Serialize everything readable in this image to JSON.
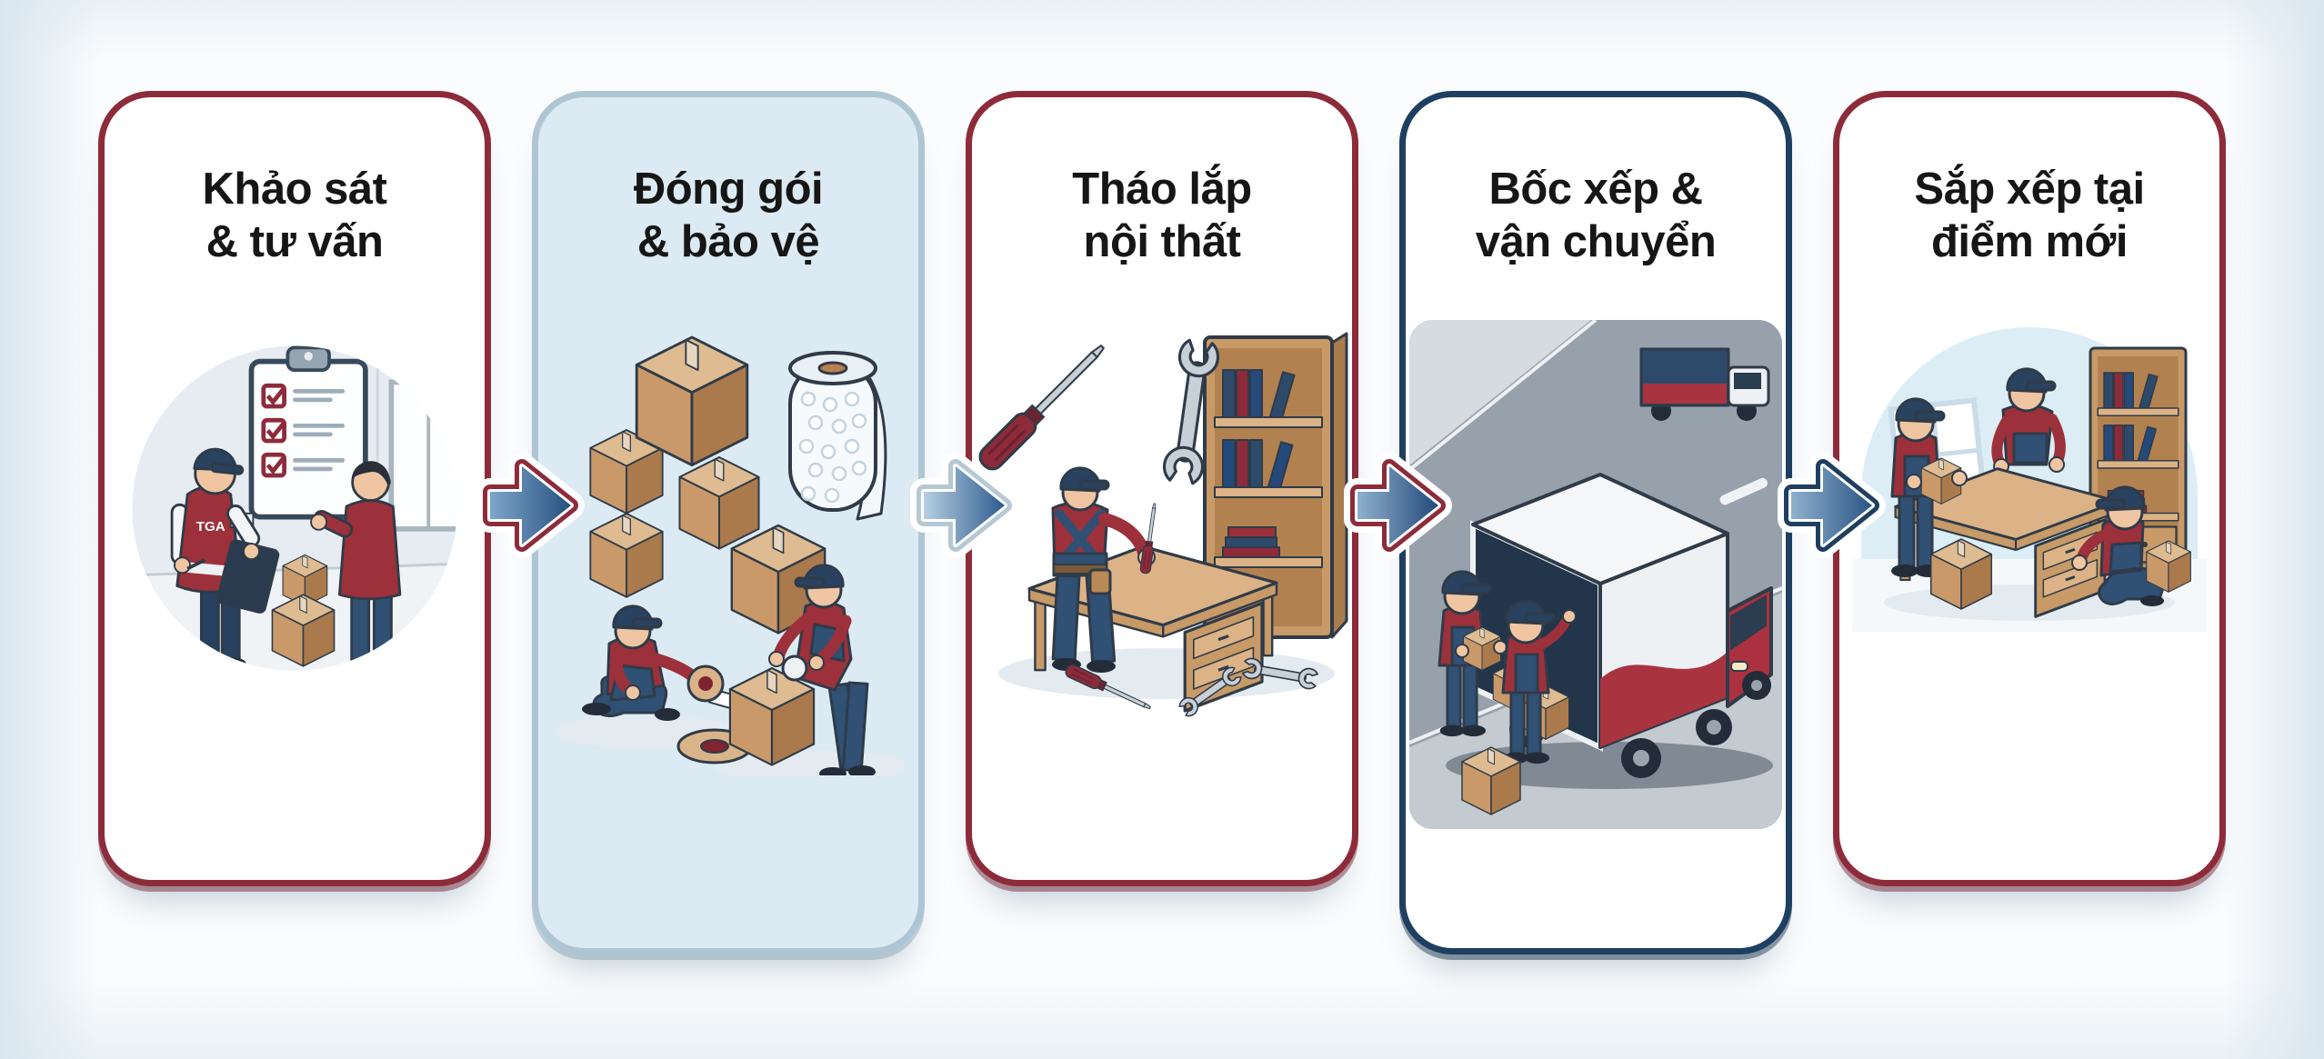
{
  "infographic": {
    "kind": "moving-service-process-flow",
    "step_count": 5,
    "language": "vi"
  },
  "palette": {
    "maroon_border": "#8e2b3a",
    "navy_border": "#1f3f60",
    "light_blue_border": "#aec5d4",
    "light_blue_card_bg": "#dcebf3",
    "card_bg": "#ffffff",
    "title_text": "#161616",
    "arrow_blue_dark": "#27507f",
    "arrow_blue_light": "#7ea6cb",
    "box_tan": "#c9996a",
    "uniform_red": "#9c313b",
    "uniform_denim": "#305074",
    "truck_red": "#ab3140",
    "page_edge_tint": "#d9e6f0"
  },
  "steps": [
    {
      "index": 1,
      "title_line1": "Khảo sát",
      "title_line2": "& tư vấn",
      "border_color": "#8e2b3a",
      "background": "#ffffff",
      "illustration": "surveyor-consulting-customer-with-checklist",
      "vest_badge": "TGA"
    },
    {
      "index": 2,
      "title_line1": "Đóng gói",
      "title_line2": "& bảo vệ",
      "border_color": "#aec5d4",
      "background": "#dcebf3",
      "illustration": "workers-packing-boxes-and-bubble-wrap"
    },
    {
      "index": 3,
      "title_line1": "Tháo lắp",
      "title_line2": "nội thất",
      "border_color": "#8e2b3a",
      "background": "#ffffff",
      "illustration": "worker-assembling-desk-bookshelf-tools"
    },
    {
      "index": 4,
      "title_line1": "Bốc xếp &",
      "title_line2": "vận chuyển",
      "border_color": "#1f3f60",
      "background": "#ffffff",
      "illustration": "movers-loading-trucks-on-street"
    },
    {
      "index": 5,
      "title_line1": "Sắp xếp tại",
      "title_line2": "điểm mới",
      "border_color": "#8e2b3a",
      "background": "#ffffff",
      "illustration": "workers-arranging-furniture-in-new-room"
    }
  ],
  "arrows": [
    {
      "from_step": 1,
      "to_step": 2,
      "direction": "right",
      "outline_color": "#8e2b3a",
      "fill_from": "#7ea6cb",
      "fill_to": "#27507f"
    },
    {
      "from_step": 2,
      "to_step": 3,
      "direction": "right",
      "outline_color": "#b6c8d4",
      "fill_from": "#b7cfe2",
      "fill_to": "#2d5b8e"
    },
    {
      "from_step": 3,
      "to_step": 4,
      "direction": "right",
      "outline_color": "#8e2b3a",
      "fill_from": "#8fb0cd",
      "fill_to": "#24497a"
    },
    {
      "from_step": 4,
      "to_step": 5,
      "direction": "right",
      "outline_color": "#1f3f60",
      "fill_from": "#8fb0cd",
      "fill_to": "#2a5585"
    }
  ]
}
